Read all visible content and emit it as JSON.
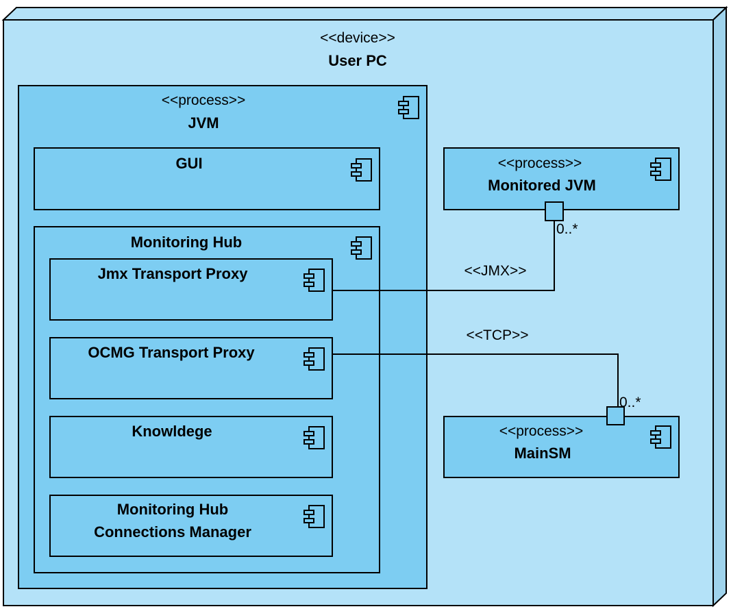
{
  "colors": {
    "device_fill": "#b4e2f8",
    "device_edge": "#9fd3ec",
    "component_fill": "#7dcdf2",
    "stroke": "#000000"
  },
  "device": {
    "stereotype": "<<device>>",
    "name": "User PC"
  },
  "jvm": {
    "stereotype": "<<process>>",
    "name": "JVM",
    "icon": "component-icon"
  },
  "gui": {
    "name": "GUI",
    "icon": "component-icon"
  },
  "hub": {
    "name": "Monitoring Hub",
    "icon": "component-icon",
    "jmx_proxy": {
      "name": "Jmx Transport Proxy",
      "icon": "component-icon"
    },
    "ocmg_proxy": {
      "name": "OCMG Transport Proxy",
      "icon": "component-icon"
    },
    "knowledge": {
      "name": "Knowldege",
      "icon": "component-icon"
    },
    "connections_manager": {
      "name_line1": "Monitoring Hub",
      "name_line2": "Connections Manager",
      "icon": "component-icon"
    }
  },
  "monitored_jvm": {
    "stereotype": "<<process>>",
    "name": "Monitored JVM",
    "icon": "component-icon",
    "port_multiplicity": "0..*"
  },
  "mainsm": {
    "stereotype": "<<process>>",
    "name": "MainSM",
    "icon": "component-icon",
    "port_multiplicity": "0..*"
  },
  "connectors": {
    "jmx_label": "<<JMX>>",
    "tcp_label": "<<TCP>>"
  }
}
